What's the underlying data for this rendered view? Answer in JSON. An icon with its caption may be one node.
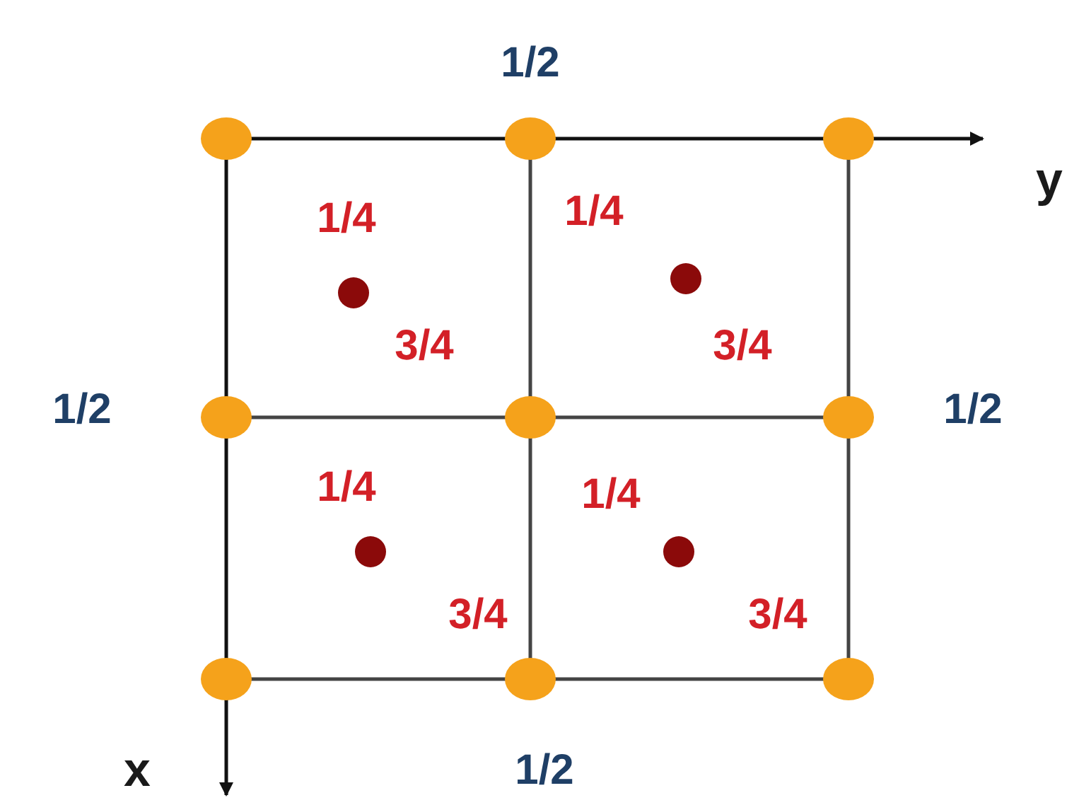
{
  "diagram": {
    "labels": [
      "1/2",
      "y",
      "1/4",
      "1/4",
      "3/4",
      "3/4",
      "1/2",
      "1/2",
      "1/4",
      "1/4",
      "3/4",
      "3/4",
      "x",
      "1/2"
    ]
  }
}
